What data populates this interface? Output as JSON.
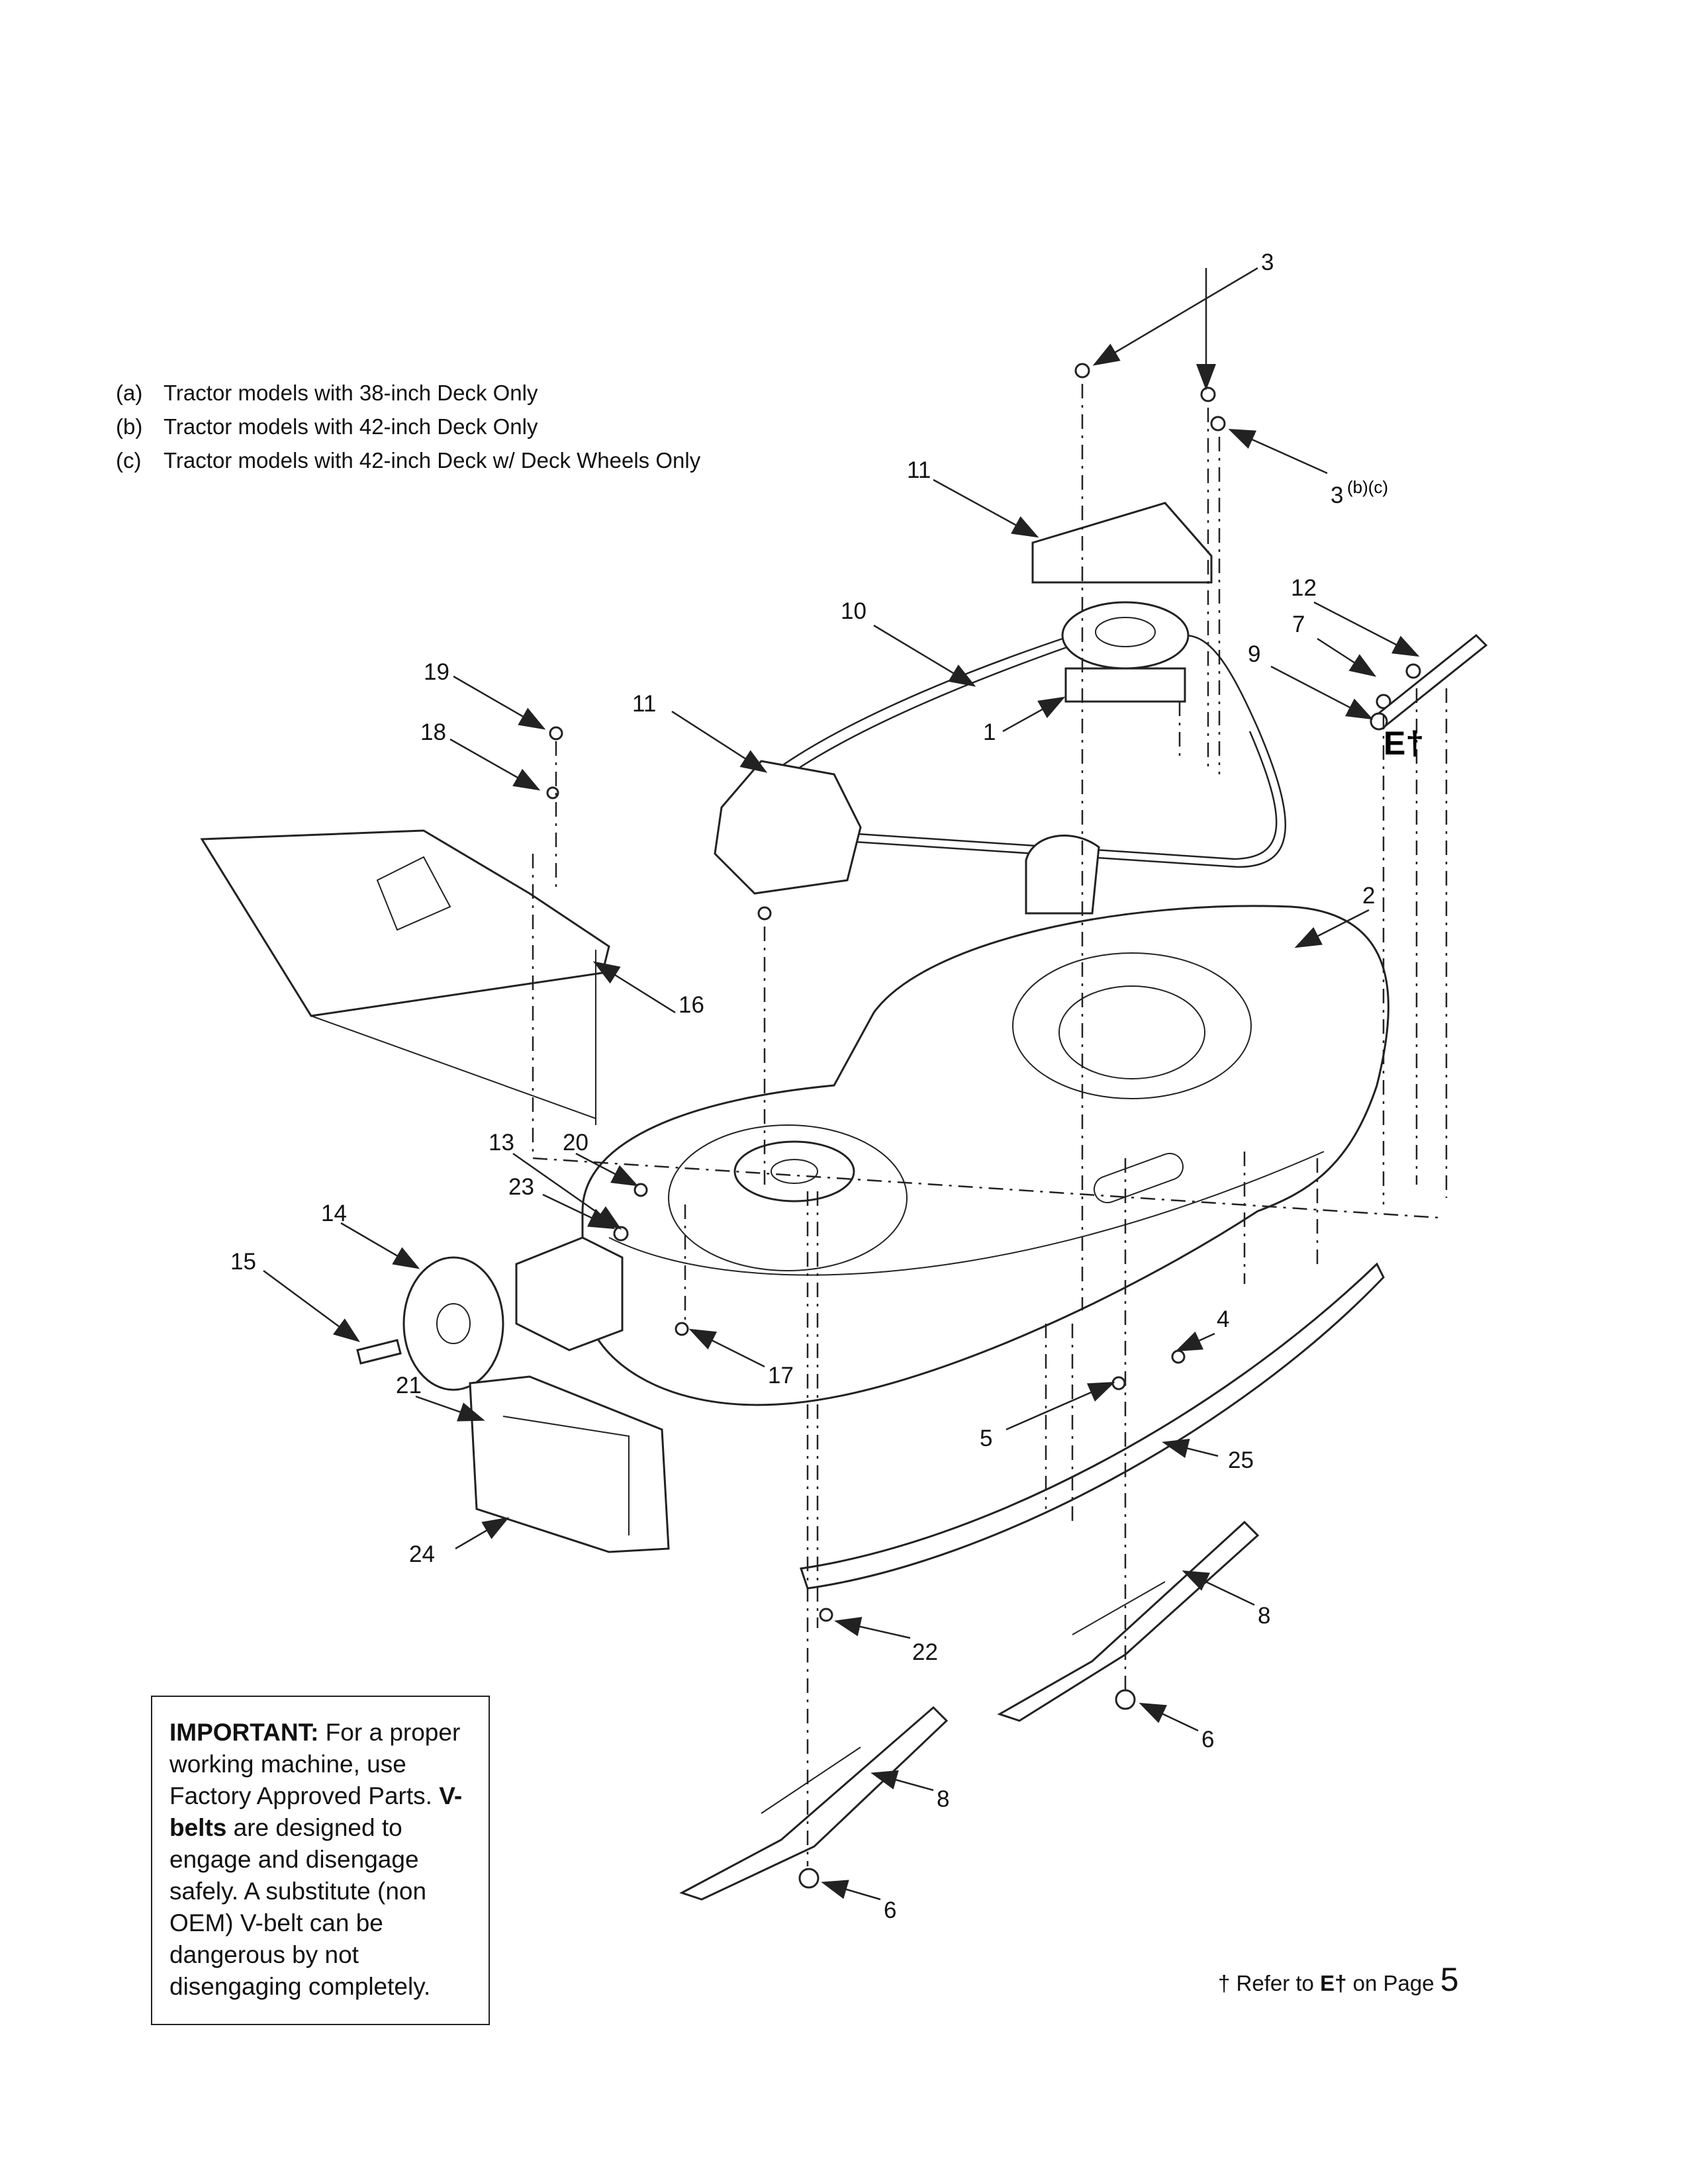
{
  "legend": [
    {
      "key": "(a)",
      "text": "Tractor models with 38-inch Deck Only"
    },
    {
      "key": "(b)",
      "text": "Tractor models with 42-inch Deck Only"
    },
    {
      "key": "(c)",
      "text": "Tractor models with 42-inch Deck w/ Deck Wheels Only"
    }
  ],
  "callouts": {
    "c1": "1",
    "c2": "2",
    "c3a": "3",
    "c3b": "3",
    "c3b_sup": "(b)(c)",
    "c4": "4",
    "c5": "5",
    "c6a": "6",
    "c6b": "6",
    "c7": "7",
    "c8a": "8",
    "c8b": "8",
    "c9": "9",
    "c10": "10",
    "c11a": "11",
    "c11b": "11",
    "c12": "12",
    "c13": "13",
    "c14": "14",
    "c15": "15",
    "c16": "16",
    "c17": "17",
    "c18": "18",
    "c19": "19",
    "c20": "20",
    "c21": "21",
    "c22": "22",
    "c23": "23",
    "c24": "24",
    "c25": "25",
    "e_ref": "E†"
  },
  "important": {
    "label": "IMPORTANT:",
    "text1": " For a proper working machine, use Factory Approved Parts. ",
    "bold2": "V-belts",
    "text2": " are designed to engage and disengage safely. A substitute (non OEM) V-belt can be dangerous by not disengaging completely."
  },
  "footnote": {
    "dagger": "†",
    "text": " Refer to ",
    "ref": "E†",
    "text2": " on Page ",
    "page": "5"
  }
}
